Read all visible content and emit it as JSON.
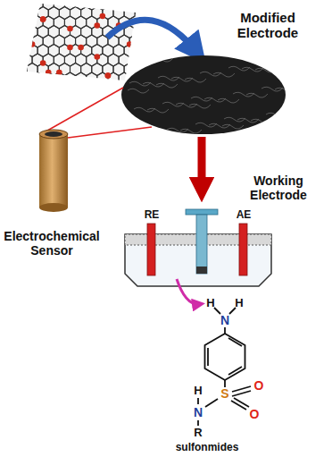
{
  "diagram": {
    "labels": [
      "Modified Electrode",
      "Electrochemical Sensor",
      "Working Electrode",
      "RE",
      "AE",
      "H",
      "H",
      "N",
      "H",
      "S",
      "O",
      "O",
      "N",
      "R",
      "sulfonmides"
    ]
  }
}
